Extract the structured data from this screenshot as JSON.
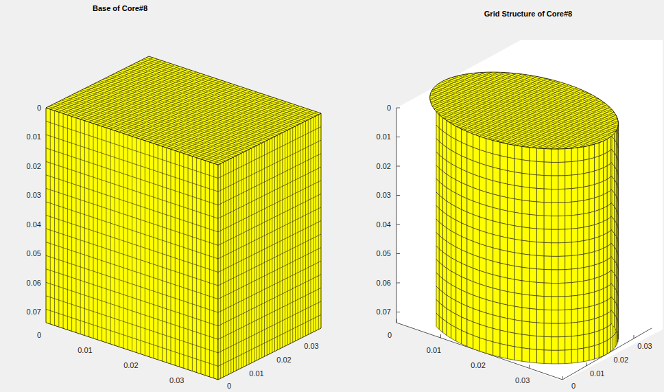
{
  "diagram": {
    "labels": [
      "Base of Core#8",
      "Grid Structure of Core#8",
      "0",
      "0.01",
      "0.02",
      "0.03",
      "0.04",
      "0.05",
      "0.06",
      "0.07",
      "0",
      "0.01",
      "0.02",
      "0.03",
      "0",
      "0.01",
      "0.02",
      "0.03",
      "0",
      "0.01",
      "0.02",
      "0.03",
      "0.04",
      "0.05",
      "0.06",
      "0.07",
      "0",
      "0.01",
      "0.02",
      "0.03",
      "0",
      "0.01",
      "0.02",
      "0.03"
    ]
  }
}
